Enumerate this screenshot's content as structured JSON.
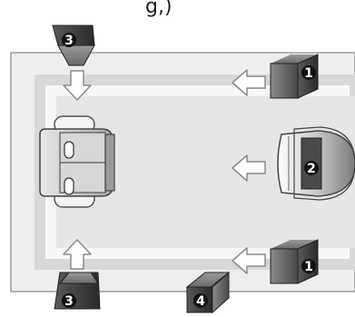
{
  "header_fragment": "g,)",
  "colors": {
    "room_fill": "#eeeeee",
    "room_stroke": "#888888",
    "rug_fill": "#f6f6f6",
    "inner_floor": "#e5e5e5",
    "speaker_dark": "#3a3a3a",
    "badge_fill": "#111111",
    "badge_text": "#ffffff",
    "arrow_fill": "#ffffff",
    "arrow_stroke": "#888888"
  },
  "speakers": {
    "front_right": {
      "label": "1"
    },
    "center": {
      "label": "2"
    },
    "front_left": {
      "label": "1"
    },
    "surround_back": {
      "label": "3"
    },
    "surround_front": {
      "label": "3"
    },
    "subwoofer": {
      "label": "4"
    }
  },
  "icons": {
    "sofa": "sofa-icon",
    "tv": "tv-icon",
    "arrow": "arrow-icon"
  }
}
